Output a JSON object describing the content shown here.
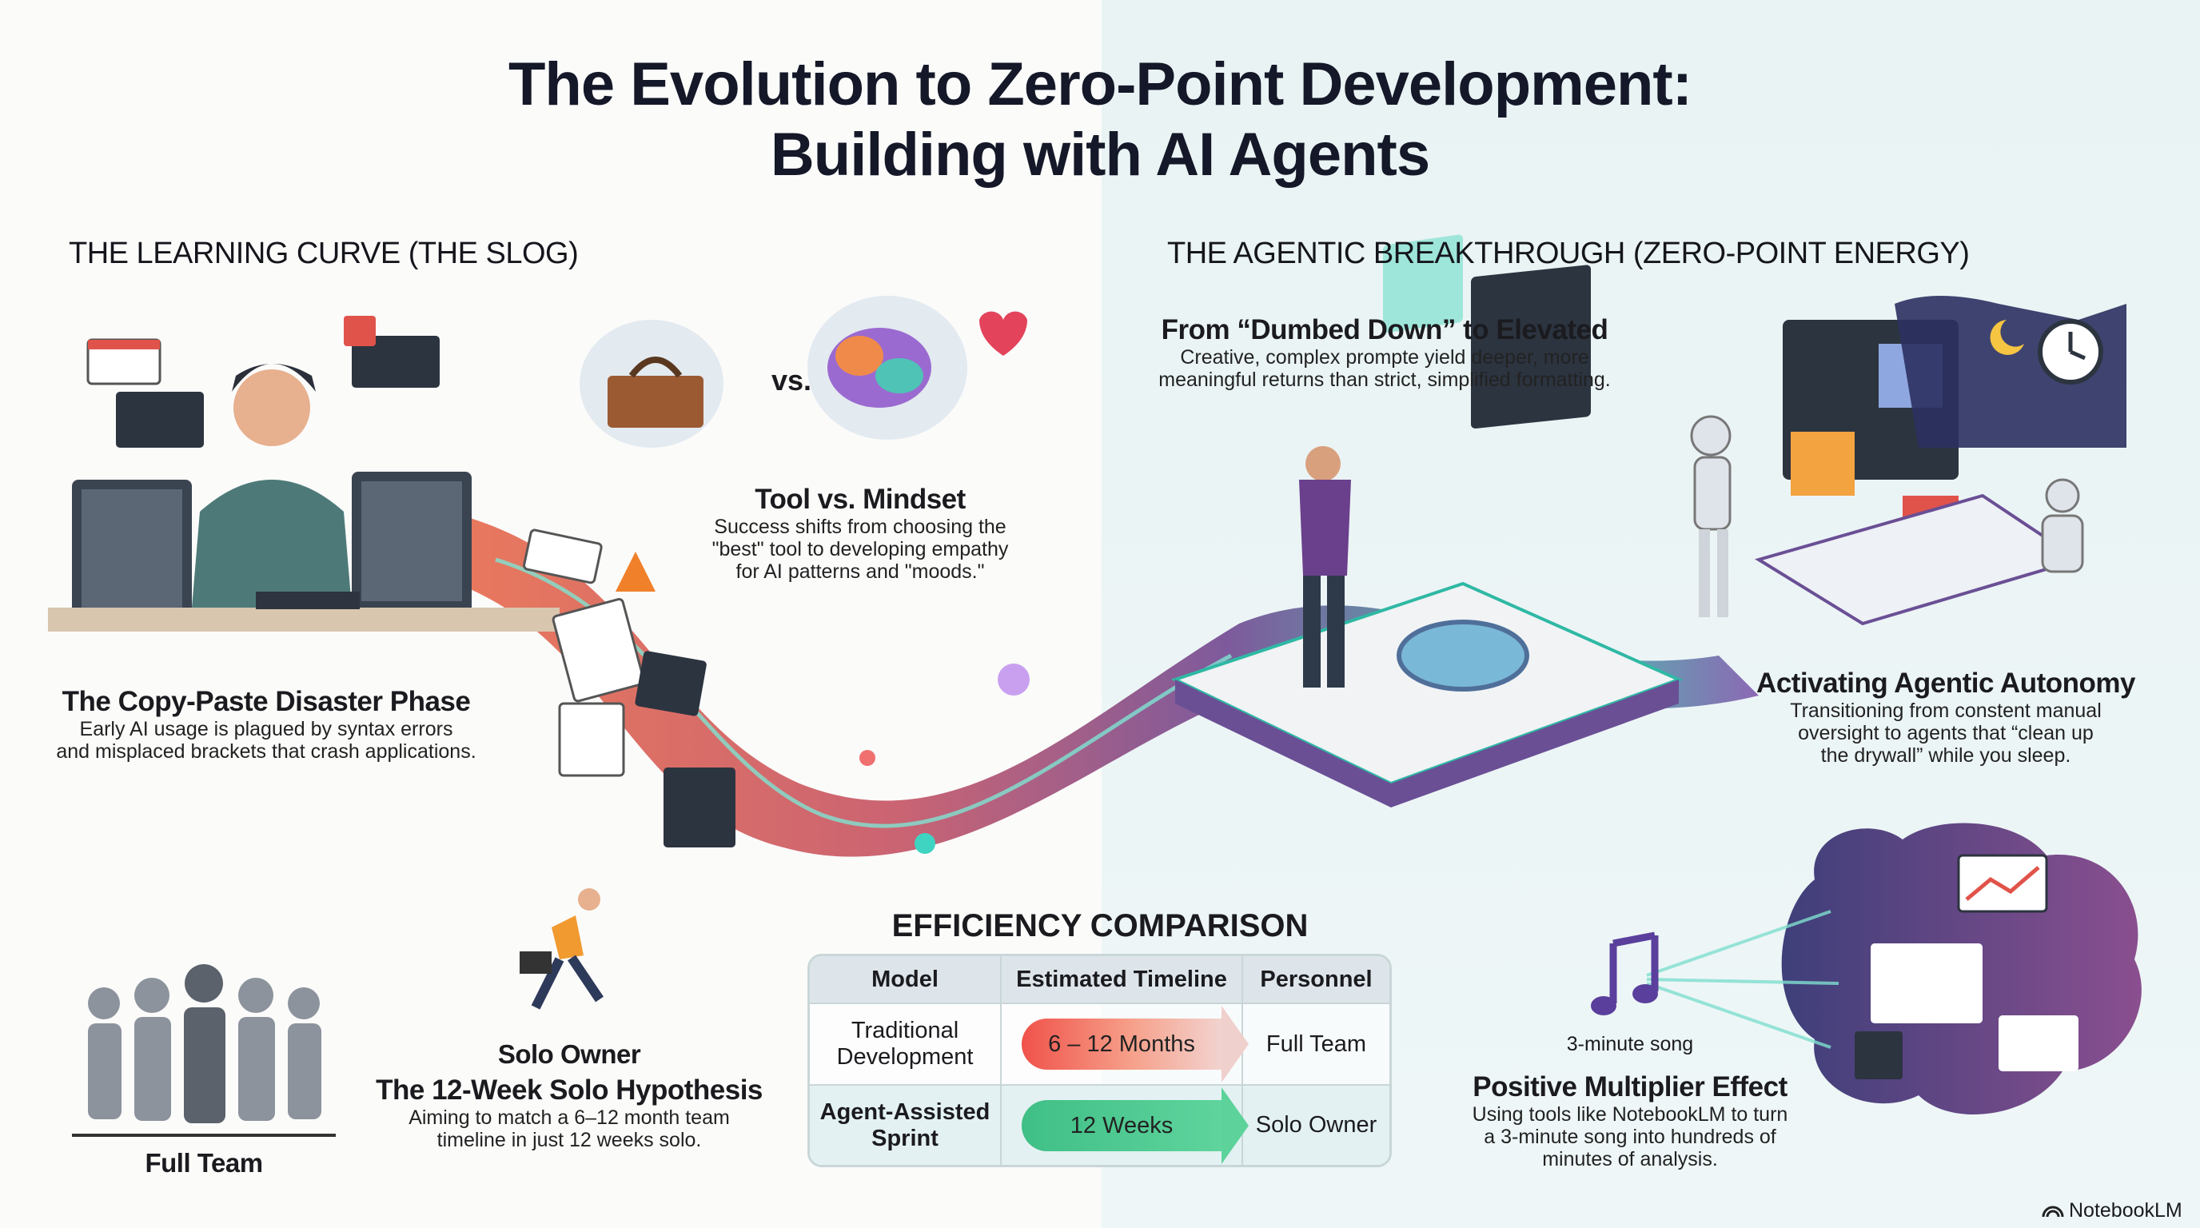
{
  "title": {
    "line1": "The Evolution to Zero-Point Development:",
    "line2": "Building with AI Agents"
  },
  "left_section": {
    "heading": "THE LEARNING CURVE (THE SLOG)",
    "copy_paste": {
      "title": "The Copy-Paste Disaster Phase",
      "desc": [
        "Early AI usage is plagued by syntax errors",
        "and misplaced brackets that crash applications."
      ]
    },
    "tool_vs_mindset": {
      "vs_label": "vs.",
      "title": "Tool vs. Mindset",
      "desc": [
        "Success shifts from choosing the",
        "\"best\" tool to developing empathy",
        "for AI patterns and \"moods.\""
      ]
    }
  },
  "right_section": {
    "heading": "THE AGENTIC BREAKTHROUGH (ZERO-POINT ENERGY)",
    "elevated": {
      "title": "From “Dumbed Down” to Elevated",
      "desc": [
        "Creative, complex prompte yield deeper, more",
        "meaningful returns than strict, simplified formatting."
      ]
    },
    "autonomy": {
      "title": "Activating Agentic Autonomy",
      "desc": [
        "Transitioning from constent manual",
        "oversight to agents that “clean up",
        "the drywall” while you sleep."
      ]
    },
    "multiplier": {
      "song_label": "3-minute song",
      "title": "Positive Multiplier Effect",
      "desc": [
        "Using tools like NotebookLM to turn",
        "a 3-minute song into hundreds of",
        "minutes of analysis."
      ]
    }
  },
  "bottom_left": {
    "full_team_label": "Full Team",
    "solo": {
      "label": "Solo Owner",
      "title": "The 12-Week Solo Hypothesis",
      "desc": [
        "Aiming to match a 6–12 month team",
        "timeline in just 12 weeks solo."
      ]
    }
  },
  "comparison": {
    "heading": "EFFICIENCY COMPARISON",
    "columns": [
      "Model",
      "Estimated Timeline",
      "Personnel"
    ],
    "rows": [
      {
        "model": [
          "Traditional",
          "Development"
        ],
        "timeline": "6 – 12 Months",
        "personnel": "Full Team",
        "color": "#f0524a"
      },
      {
        "model": [
          "Agent-Assisted",
          "Sprint"
        ],
        "timeline": "12 Weeks",
        "personnel": "Solo Owner",
        "color": "#3fbf86"
      }
    ]
  },
  "branding": {
    "logo_text": "NotebookLM"
  },
  "colors": {
    "slog": "#e8633f",
    "breakthrough": "#2fb8a4",
    "accent_purple": "#7b4fa8",
    "right_bg": "#e9f3f4"
  },
  "icons": [
    "frustrated-developer",
    "toolbox-icon",
    "brain-icon",
    "heart-icon",
    "runner-icon",
    "team-icon",
    "music-note-icon",
    "robot-icon",
    "moon-icon",
    "clock-icon",
    "dashboard-cloud-icon"
  ]
}
